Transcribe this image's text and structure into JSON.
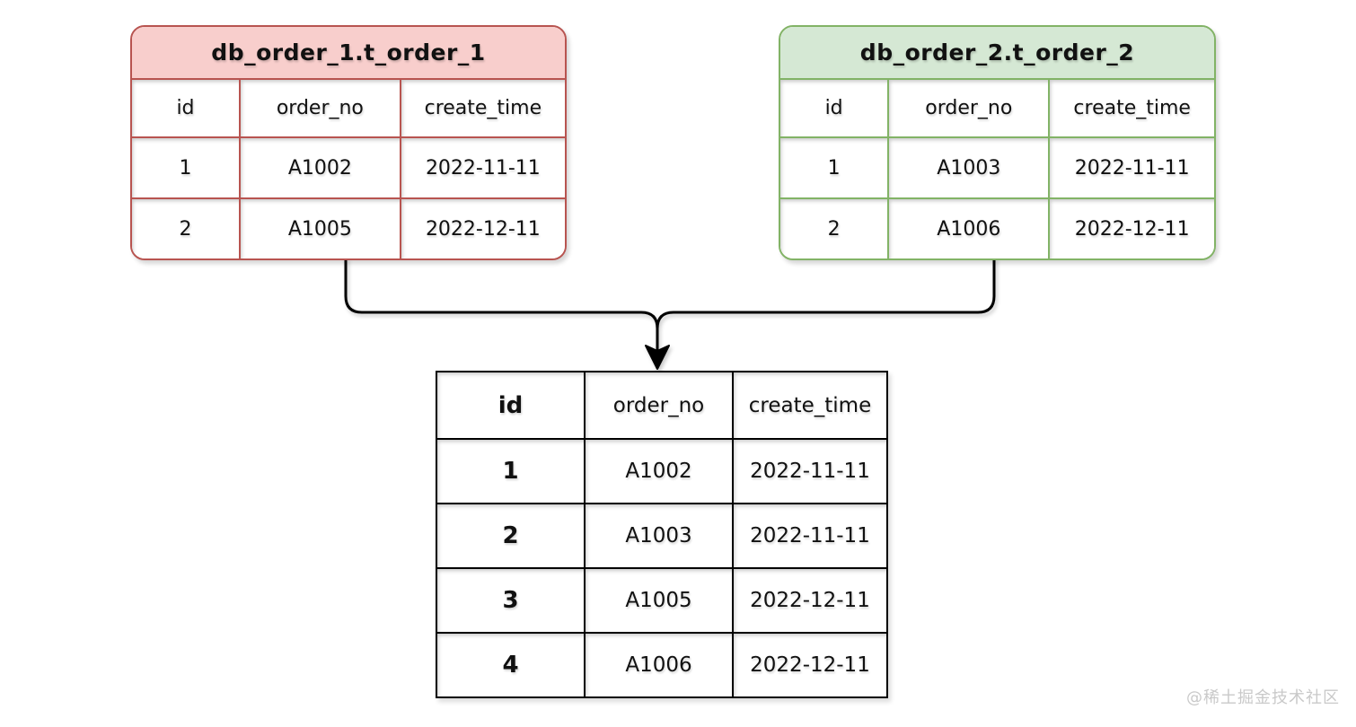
{
  "connector_color": "#000000",
  "tables": {
    "left": {
      "title": "db_order_1.t_order_1",
      "header_fill": "#f8cecc",
      "border_color": "#b85450",
      "columns": [
        "id",
        "order_no",
        "create_time"
      ],
      "rows": [
        [
          "1",
          "A1002",
          "2022-11-11"
        ],
        [
          "2",
          "A1005",
          "2022-12-11"
        ]
      ]
    },
    "right": {
      "title": "db_order_2.t_order_2",
      "header_fill": "#d5e8d4",
      "border_color": "#82b366",
      "columns": [
        "id",
        "order_no",
        "create_time"
      ],
      "rows": [
        [
          "1",
          "A1003",
          "2022-11-11"
        ],
        [
          "2",
          "A1006",
          "2022-12-11"
        ]
      ]
    },
    "merged": {
      "border_color": "#000000",
      "columns": [
        "id",
        "order_no",
        "create_time"
      ],
      "rows": [
        [
          "1",
          "A1002",
          "2022-11-11"
        ],
        [
          "2",
          "A1003",
          "2022-11-11"
        ],
        [
          "3",
          "A1005",
          "2022-12-11"
        ],
        [
          "4",
          "A1006",
          "2022-12-11"
        ]
      ]
    }
  },
  "watermark": {
    "text": "@稀土掘金技术社区",
    "color": "#c9c9c9"
  }
}
